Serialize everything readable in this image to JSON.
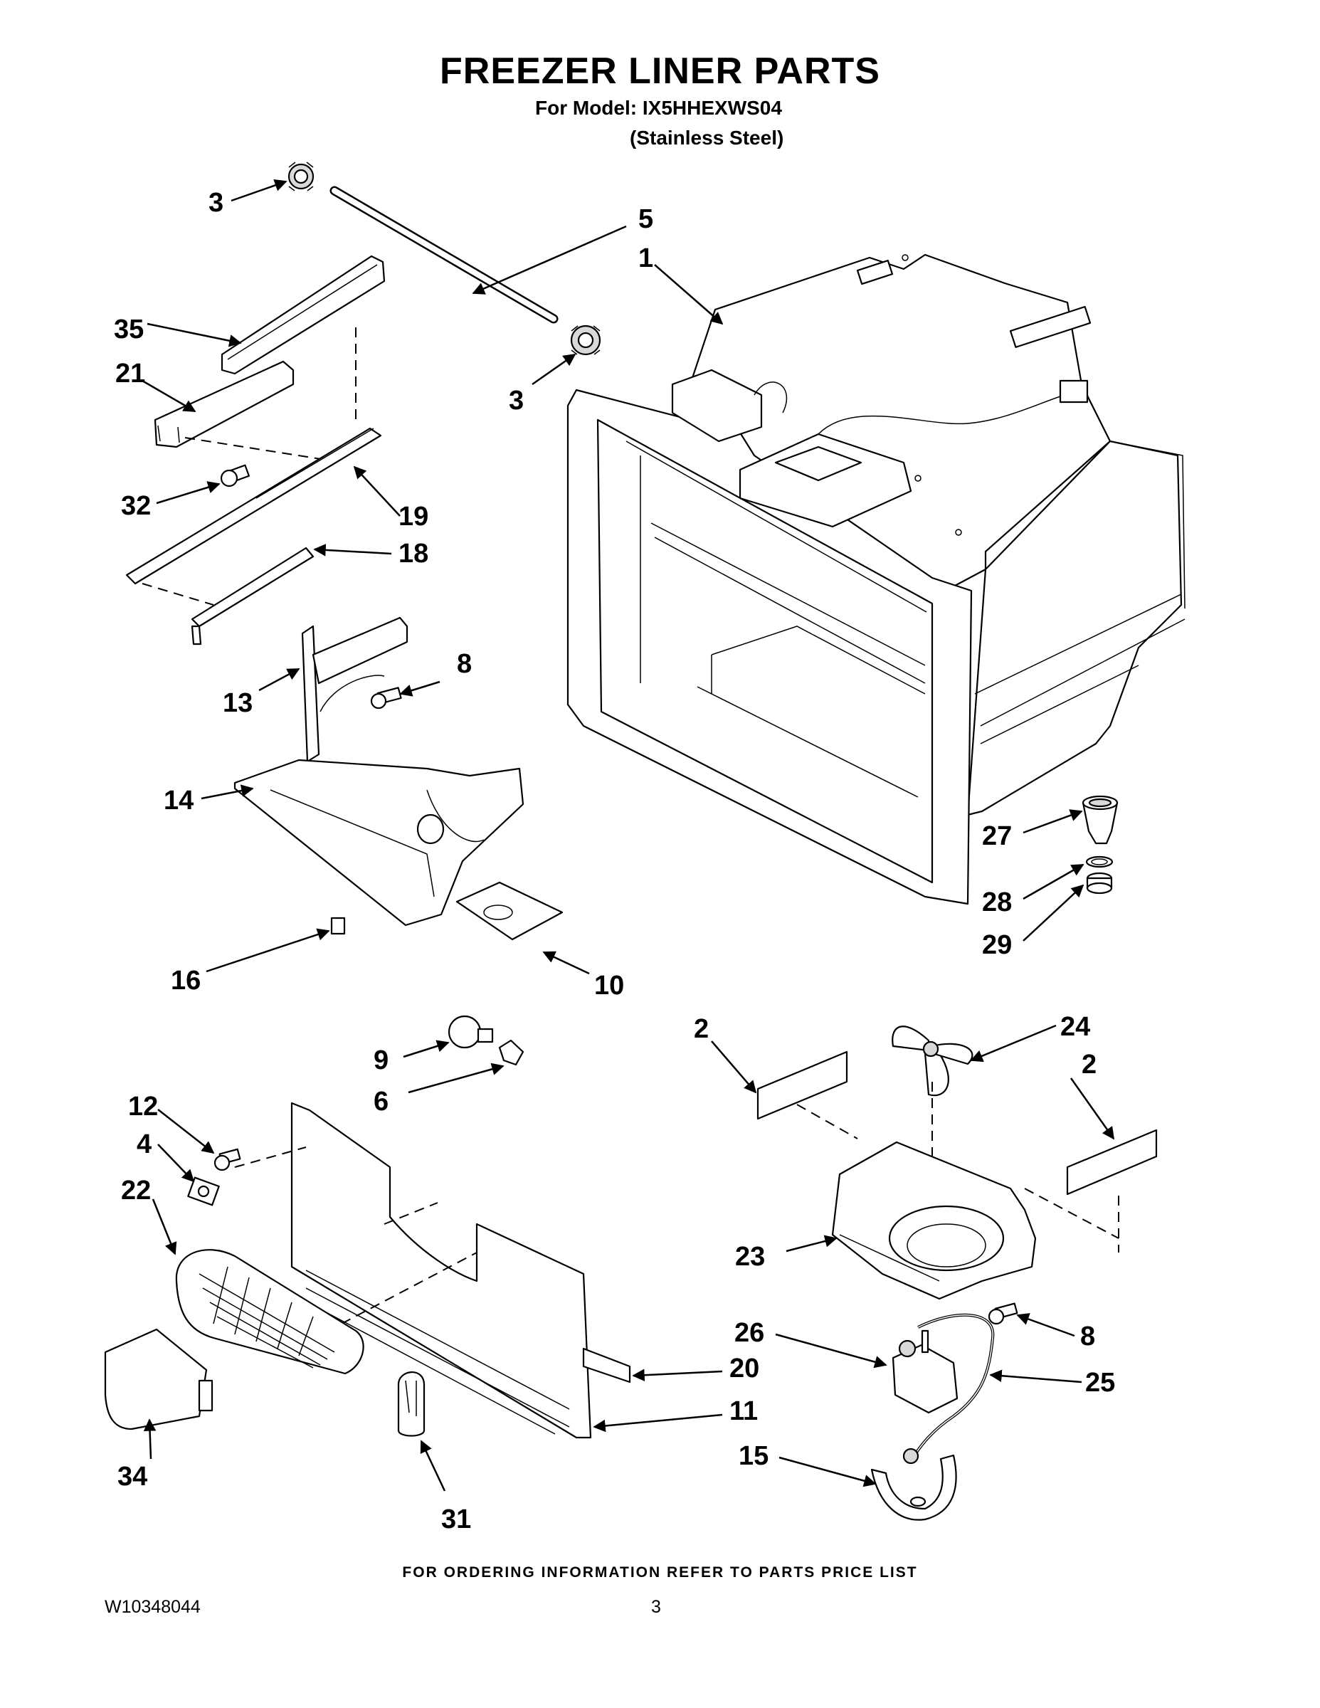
{
  "header": {
    "title": "FREEZER LINER PARTS",
    "model_line": "For Model: IX5HHEXWS04",
    "variant_line": "(Stainless Steel)"
  },
  "footer": {
    "ordering_note": "FOR ORDERING INFORMATION REFER TO PARTS PRICE LIST",
    "document_number": "W10348044",
    "page_number": "3"
  },
  "callouts": {
    "c1": "1",
    "c2a": "2",
    "c2b": "2",
    "c3a": "3",
    "c3b": "3",
    "c4": "4",
    "c5": "5",
    "c6": "6",
    "c8a": "8",
    "c8b": "8",
    "c9": "9",
    "c10": "10",
    "c11": "11",
    "c12": "12",
    "c13": "13",
    "c14": "14",
    "c15": "15",
    "c16": "16",
    "c18": "18",
    "c19": "19",
    "c20": "20",
    "c21": "21",
    "c22": "22",
    "c23": "23",
    "c24": "24",
    "c25": "25",
    "c26": "26",
    "c27": "27",
    "c28": "28",
    "c29": "29",
    "c31": "31",
    "c32": "32",
    "c34": "34",
    "c35": "35"
  }
}
